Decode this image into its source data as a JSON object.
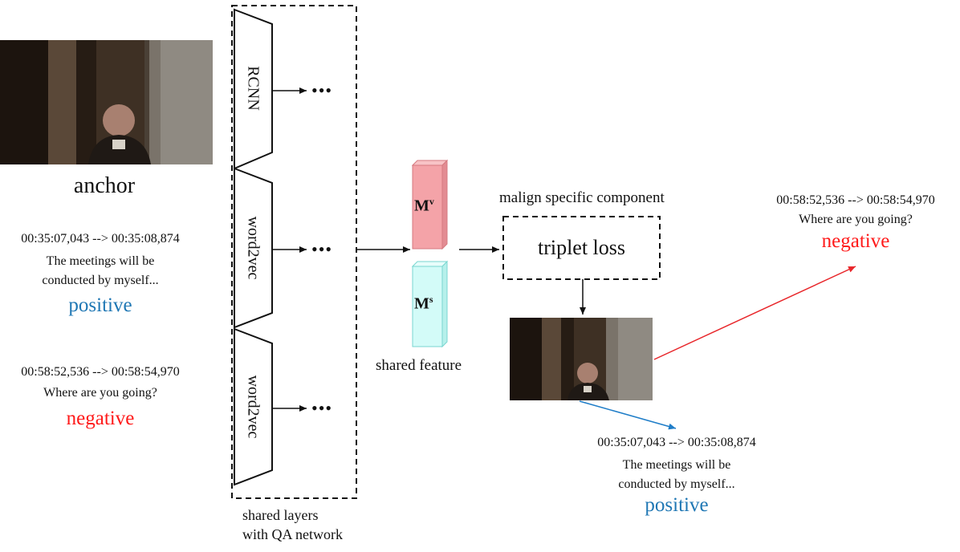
{
  "anchor_label": "anchor",
  "left_positive": {
    "timestamp": "00:35:07,043 --> 00:35:08,874",
    "line1": "The meetings will be",
    "line2": "conducted by myself...",
    "label": "positive"
  },
  "left_negative": {
    "timestamp": "00:58:52,536 --> 00:58:54,970",
    "line1": "Where are you going?",
    "label": "negative"
  },
  "encoders": [
    "RCNN",
    "word2vec",
    "word2vec"
  ],
  "ellipsis": "•••",
  "shared_layers_label": [
    "shared layers",
    "with QA network"
  ],
  "feature": {
    "mv_base": "M",
    "mv_sup": "v",
    "ms_base": "M",
    "ms_sup": "s",
    "label": "shared feature"
  },
  "component": {
    "title": "malign specific component",
    "box_label": "triplet loss"
  },
  "right_negative": {
    "timestamp": "00:58:52,536 --> 00:58:54,970",
    "line1": "Where are you going?",
    "label": "negative"
  },
  "right_positive": {
    "timestamp": "00:35:07,043 --> 00:35:08,874",
    "line1": "The meetings will be",
    "line2": "conducted by myself...",
    "label": "positive"
  },
  "colors": {
    "positive": "#1f77b4",
    "negative": "#ff1a1a",
    "mv_fill": "#f4a3a8",
    "ms_fill": "#d3fbf8",
    "arrow_red": "#e8262a",
    "arrow_blue": "#1f7dc8"
  }
}
